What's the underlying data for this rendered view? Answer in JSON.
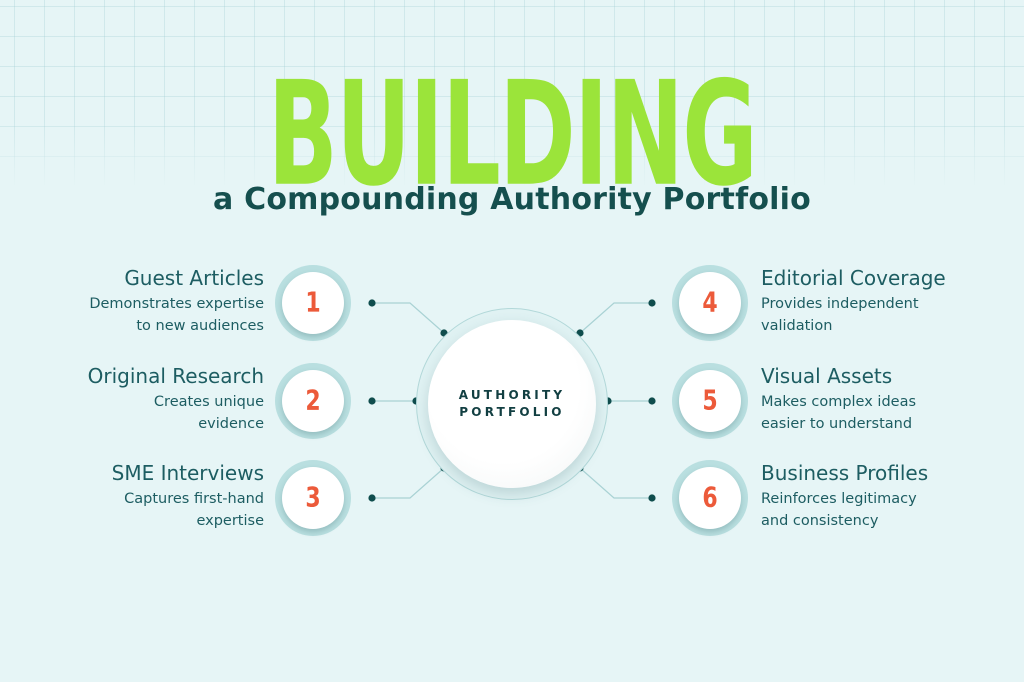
{
  "header": {
    "headline": "BUILDING",
    "subtitle": "a Compounding Authority Portfolio"
  },
  "center": {
    "line1": "AUTHORITY",
    "line2": "PORTFOLIO"
  },
  "items": [
    {
      "number": "1",
      "title": "Guest Articles",
      "desc1": "Demonstrates expertise",
      "desc2": "to new audiences"
    },
    {
      "number": "2",
      "title": "Original Research",
      "desc1": "Creates unique",
      "desc2": "evidence"
    },
    {
      "number": "3",
      "title": "SME Interviews",
      "desc1": "Captures first-hand",
      "desc2": "expertise"
    },
    {
      "number": "4",
      "title": "Editorial Coverage",
      "desc1": "Provides independent",
      "desc2": "validation"
    },
    {
      "number": "5",
      "title": "Visual Assets",
      "desc1": "Makes complex ideas",
      "desc2": "easier to understand"
    },
    {
      "number": "6",
      "title": "Business Profiles",
      "desc1": "Reinforces legitimacy",
      "desc2": "and consistency"
    }
  ],
  "colors": {
    "headline": "#9be43a",
    "subtitle": "#154f4e",
    "number": "#ec5a3a",
    "text": "#1d5d62",
    "background": "#e6f5f6"
  }
}
